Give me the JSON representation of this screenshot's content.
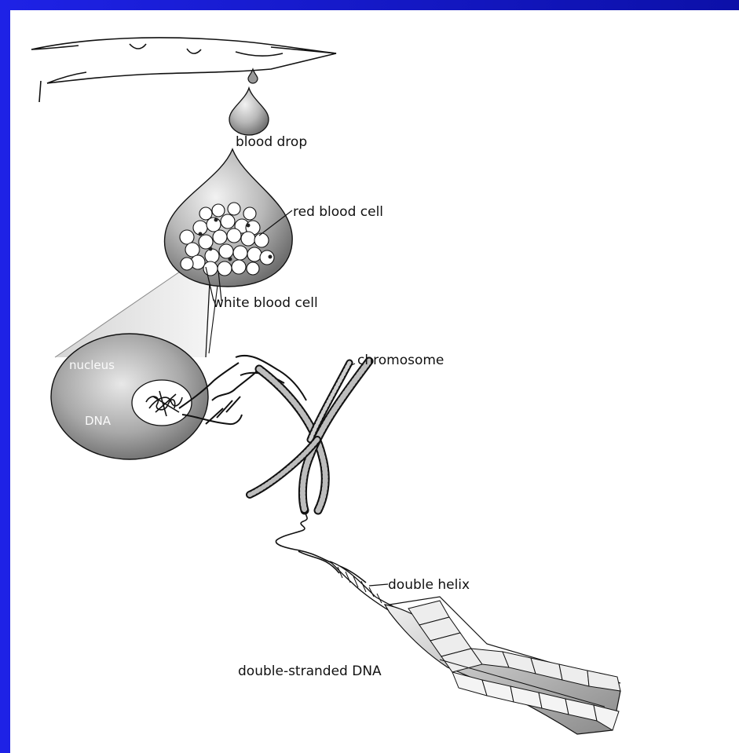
{
  "diagram": {
    "labels": {
      "blood_drop": "blood drop",
      "red_blood_cell": "red blood cell",
      "white_blood_cell": "white blood cell",
      "nucleus": "nucleus",
      "dna": "DNA",
      "chromosome": "chromosome",
      "double_helix": "double helix",
      "double_stranded_dna": "double-stranded DNA"
    },
    "colors": {
      "border_blue": "#1b25d8",
      "background": "#ffffff",
      "ink": "#111111",
      "shade_dark": "#7a7a7a",
      "shade_light": "#e6e6e6"
    }
  }
}
